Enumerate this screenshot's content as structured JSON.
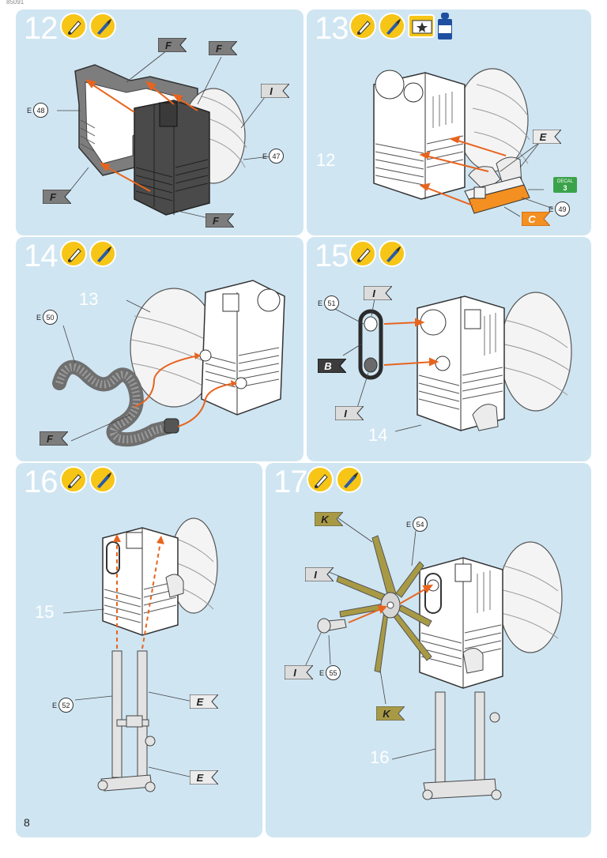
{
  "page": {
    "code": "85091",
    "number": "8"
  },
  "steps": [
    {
      "id": "12",
      "number": "12",
      "refs": [
        {
          "prefix": "E",
          "num": "48"
        },
        {
          "prefix": "E",
          "num": "47"
        }
      ],
      "flags": [
        "F",
        "F",
        "I",
        "F",
        "F"
      ]
    },
    {
      "id": "13",
      "number": "13",
      "refs": [
        {
          "prefix": "E",
          "num": "49"
        }
      ],
      "flags": [
        "E",
        "C"
      ],
      "sub": "12",
      "decal": {
        "title": "DECAL",
        "num": "3"
      },
      "paint": {
        "label": "DECAL FIX"
      }
    },
    {
      "id": "14",
      "number": "14",
      "refs": [
        {
          "prefix": "E",
          "num": "50"
        }
      ],
      "flags": [
        "F"
      ],
      "sub": "13"
    },
    {
      "id": "15",
      "number": "15",
      "refs": [
        {
          "prefix": "E",
          "num": "51"
        }
      ],
      "flags": [
        "I",
        "B",
        "I"
      ],
      "sub": "14"
    },
    {
      "id": "16",
      "number": "16",
      "refs": [
        {
          "prefix": "E",
          "num": "52"
        }
      ],
      "flags": [
        "E",
        "E"
      ],
      "sub": "15"
    },
    {
      "id": "17",
      "number": "17",
      "refs": [
        {
          "prefix": "E",
          "num": "54"
        },
        {
          "prefix": "E",
          "num": "55"
        }
      ],
      "flags": [
        "K",
        "I",
        "I",
        "K"
      ],
      "sub": "16"
    }
  ],
  "colors": {
    "panel": "#cfe5f2",
    "icon": "#f6c516",
    "arrow": "#e8641e",
    "gray_part": "#7d7d7d",
    "dark_part": "#3c3c3c",
    "olive_part": "#a89a45",
    "light_part": "#dcdcdc",
    "orange_part": "#f39021",
    "decal": "#3aa34a"
  }
}
